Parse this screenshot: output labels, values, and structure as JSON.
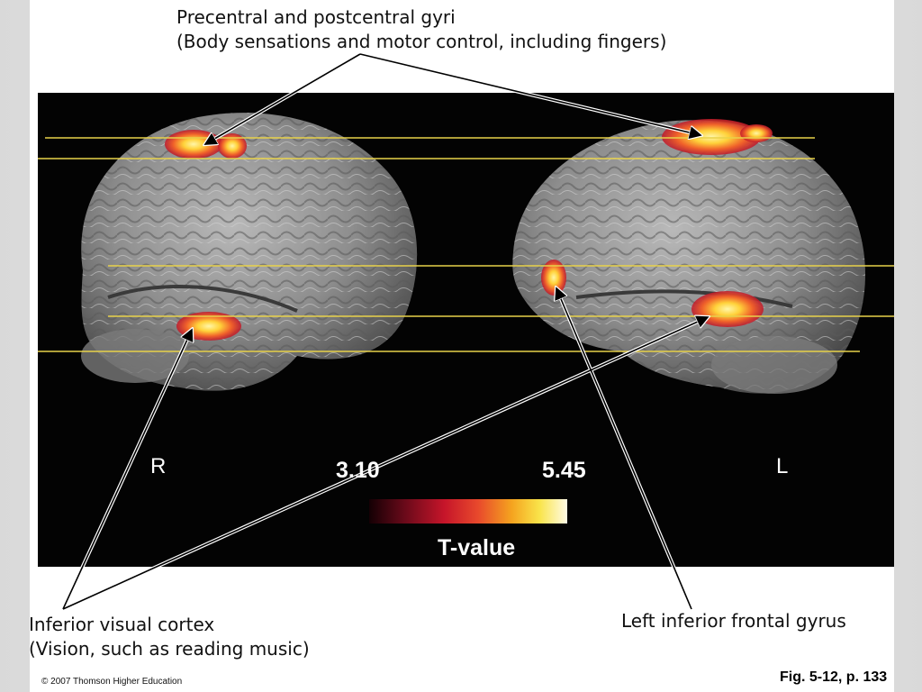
{
  "labels": {
    "precentral_title": "Precentral and postcentral gyri",
    "precentral_desc": "(Body sensations and motor control, including fingers)",
    "inferior_visual_title": "Inferior visual cortex",
    "inferior_visual_desc": "(Vision, such as reading music)",
    "left_frontal": "Left inferior frontal gyrus"
  },
  "hemispheres": {
    "right": "R",
    "left": "L"
  },
  "scale": {
    "min": "3.10",
    "max": "5.45",
    "label": "T-value"
  },
  "footer": {
    "copyright": "© 2007 Thomson Higher Education",
    "figure_ref": "Fig. 5-12, p. 133"
  },
  "colors": {
    "plate": "#030303",
    "guide_line": "#e8d24a",
    "activation_core": "#ffe24a",
    "activation_edge": "#d8262a"
  }
}
